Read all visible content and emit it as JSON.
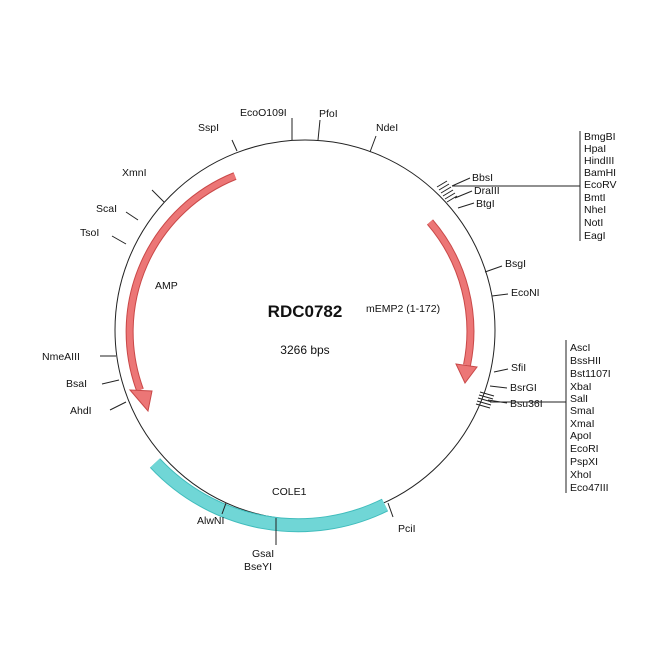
{
  "plasmid": {
    "name": "RDC0782",
    "size_label": "3266 bps",
    "size_bp": 3266,
    "backbone_color": "#222222"
  },
  "features": [
    {
      "name": "AMP",
      "type": "arrow",
      "color": "#e36a6a"
    },
    {
      "name": "mEMP2 (1-172)",
      "type": "arrow",
      "color": "#e36a6a"
    },
    {
      "name": "COLE1",
      "type": "region",
      "color": "#6fd3d3"
    }
  ],
  "sites": [
    {
      "name": "SspI"
    },
    {
      "name": "EcoO109I"
    },
    {
      "name": "PfoI"
    },
    {
      "name": "NdeI"
    },
    {
      "name": "XmnI"
    },
    {
      "name": "ScaI"
    },
    {
      "name": "TsoI"
    },
    {
      "name": "BbsI"
    },
    {
      "name": "DraIII"
    },
    {
      "name": "BtgI"
    },
    {
      "name": "BsgI"
    },
    {
      "name": "EcoNI"
    },
    {
      "name": "SfiI"
    },
    {
      "name": "BsrGI"
    },
    {
      "name": "Bsu36I"
    },
    {
      "name": "NmeAIII"
    },
    {
      "name": "BsaI"
    },
    {
      "name": "AhdI"
    },
    {
      "name": "AlwNI"
    },
    {
      "name": "GsaI"
    },
    {
      "name": "BseYI"
    },
    {
      "name": "PciI"
    }
  ],
  "mcs_top": [
    "BmgBI",
    "HpaI",
    "HindIII",
    "BamHI",
    "EcoRV",
    "BmtI",
    "NheI",
    "NotI",
    "EagI"
  ],
  "mcs_bottom": [
    "AscI",
    "BssHII",
    "Bst1107I",
    "XbaI",
    "SalI",
    "SmaI",
    "XmaI",
    "ApoI",
    "EcoRI",
    "PspXI",
    "XhoI",
    "Eco47III"
  ]
}
